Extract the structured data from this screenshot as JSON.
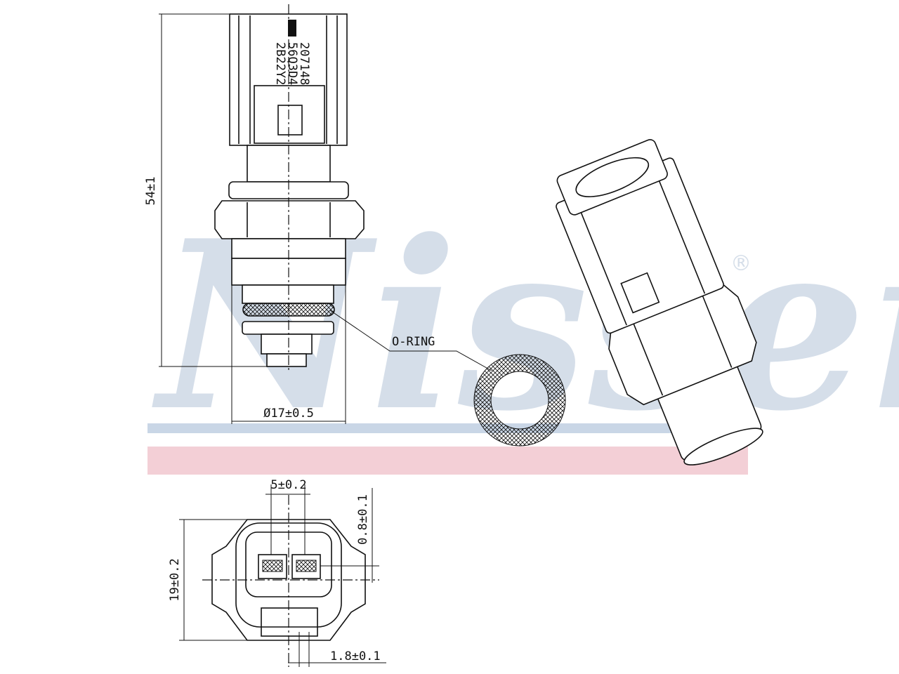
{
  "brand": {
    "watermark": "Nissens",
    "registered_mark": "®",
    "band_blue": "#c9d6e6",
    "band_pink": "#f3cfd6",
    "watermark_color": "#d5dee9"
  },
  "dimensions": {
    "length": "54±1",
    "diameter": "Ø17±0.5",
    "pin_spacing": "5±0.2",
    "pin_offset": "0.8±0.1",
    "body_width": "19±0.2",
    "pin_width": "1.8±0.1"
  },
  "callouts": {
    "o_ring": "O-RING"
  },
  "connector_marking": [
    "207148",
    "56Q3D4",
    "2B22Y2"
  ]
}
